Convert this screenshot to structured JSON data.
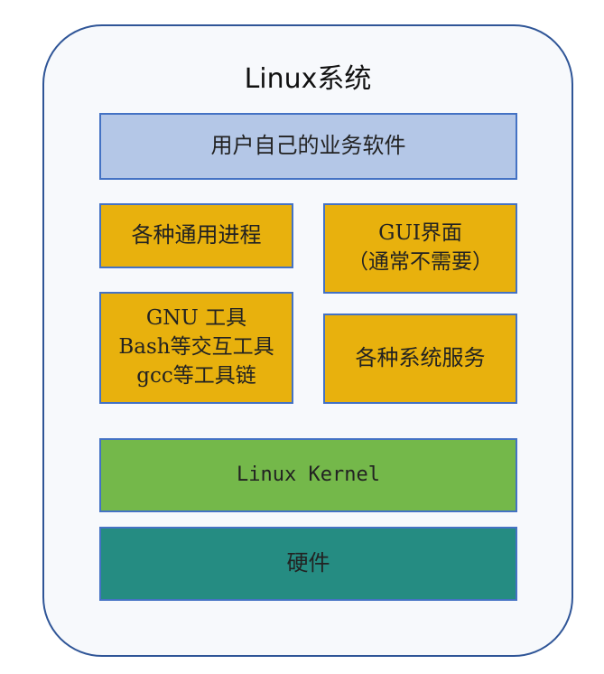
{
  "title": "Linux系统",
  "layers": {
    "top": {
      "label": "用户自己的业务软件"
    },
    "left_top": {
      "label": "各种通用进程"
    },
    "right_top": {
      "lines": [
        "GUI界面",
        "（通常不需要）"
      ]
    },
    "left_bottom": {
      "lines": [
        "GNU 工具",
        "Bash等交互工具",
        "gcc等工具链"
      ]
    },
    "right_bottom": {
      "label": "各种系统服务"
    },
    "kernel": {
      "label": "Linux Kernel"
    },
    "hardware": {
      "label": "硬件"
    }
  },
  "colors": {
    "frame_border": "#2f5597",
    "box_border": "#4472c4",
    "blue": "#b4c7e7",
    "gold": "#e8b10d",
    "green": "#74b84a",
    "teal": "#258c82"
  }
}
